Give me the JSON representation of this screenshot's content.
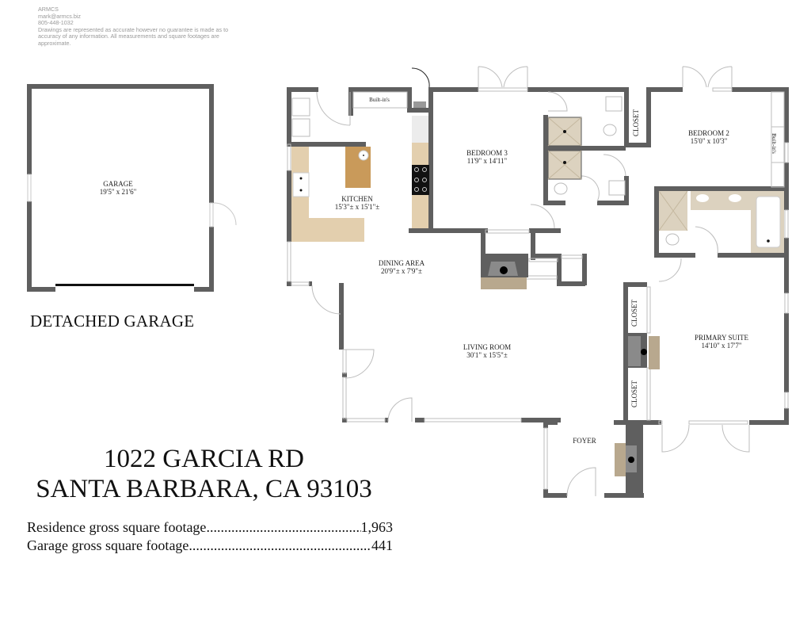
{
  "disclaimer": {
    "company": "ARMCS",
    "email": "mark@armcs.biz",
    "phone": "805-448-1032",
    "note": "Drawings are represented as accurate however no guarantee is made as to accuracy of any information. All measurements and square footages are approximate."
  },
  "colors": {
    "wall": "#5f5f5f",
    "counter": "#e3cfae",
    "island_wood": "#c99a5a",
    "tile": "#dcd2bf",
    "hearth": "#b8a88e",
    "fixture_outline": "#bdbdbd"
  },
  "garage": {
    "name": "GARAGE",
    "dimensions": "19'5\" x 21'6\"",
    "caption": "DETACHED GARAGE"
  },
  "rooms": {
    "kitchen": {
      "name": "KITCHEN",
      "dimensions": "15'3\"± x 15'1\"±"
    },
    "builtins_kitchen": {
      "name": "Built-in's"
    },
    "bedroom3": {
      "name": "BEDROOM 3",
      "dimensions": "11'9\" x 14'11\""
    },
    "bedroom2": {
      "name": "BEDROOM 2",
      "dimensions": "15'0\" x 10'3\""
    },
    "builtins_bedroom2": {
      "name": "Built-in's"
    },
    "closet_hall": {
      "name": "CLOSET"
    },
    "dining": {
      "name": "DINING AREA",
      "dimensions": "20'9\"± x 7'9\"±"
    },
    "living": {
      "name": "LIVING ROOM",
      "dimensions": "30'1\" x 15'5\"±"
    },
    "primary": {
      "name": "PRIMARY SUITE",
      "dimensions": "14'10\" x 17'7\""
    },
    "closet_primary_top": {
      "name": "CLOSET"
    },
    "closet_primary_bottom": {
      "name": "CLOSET"
    },
    "foyer": {
      "name": "FOYER"
    }
  },
  "address": {
    "line1": "1022 GARCIA RD",
    "line2": "SANTA BARBARA, CA 93103"
  },
  "square_footage": [
    {
      "label": "Residence gross square footage ",
      "value": "1,963"
    },
    {
      "label": "Garage gross square footage",
      "value": "441"
    }
  ]
}
